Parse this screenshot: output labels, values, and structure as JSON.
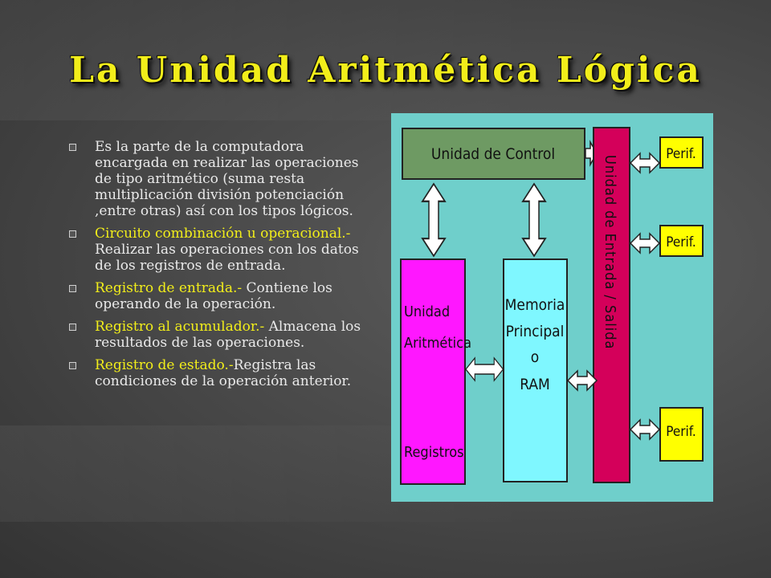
{
  "slide": {
    "title": "La Unidad Aritmética Lógica",
    "bullets": [
      {
        "highlight": "",
        "text": "Es la parte de la computadora encargada en realizar las operaciones de tipo aritmético (suma resta multiplicación división potenciación ,entre otras) así con los tipos lógicos."
      },
      {
        "highlight": "Circuito combinación u operacional.-",
        "text": " Realizar las operaciones con los datos de los registros de entrada."
      },
      {
        "highlight": "Registro de entrada.-",
        "text": " Contiene los operando de la operación."
      },
      {
        "highlight": "Registro al acumulador.-",
        "text": " Almacena los resultados de las operaciones."
      },
      {
        "highlight": "Registro de estado.-",
        "text": "Registra las condiciones de la operación anterior."
      }
    ]
  },
  "diagram": {
    "control_unit": "Unidad de Control",
    "alu_line1": "Unidad",
    "alu_line2": "Aritmética",
    "alu_line3": "Registros",
    "memory_line1": "Memoria",
    "memory_line2": "Principal",
    "memory_line3": "o",
    "memory_line4": "RAM",
    "io_unit": "Unidad de Entrada / Salida",
    "peripheral_1": "Perif.",
    "peripheral_2": "Perif.",
    "peripheral_3": "Perif.",
    "colors": {
      "background": "#6fcfcb",
      "control_unit": "#6e9a63",
      "alu": "#ff17ff",
      "memory": "#7ff7ff",
      "io_unit": "#d4005a",
      "peripheral": "#ffff00",
      "title": "#f2ee1a"
    }
  }
}
